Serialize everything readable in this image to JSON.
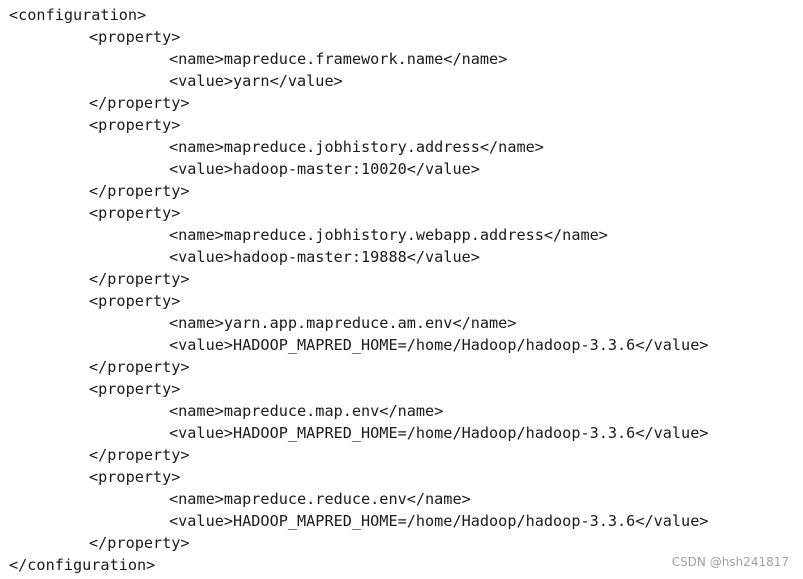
{
  "code": {
    "lines": [
      "<configuration>",
      "<property>",
      "<name>mapreduce.framework.name</name>",
      "<value>yarn</value>",
      "</property>",
      "<property>",
      "<name>mapreduce.jobhistory.address</name>",
      "<value>hadoop-master:10020</value>",
      "</property>",
      "<property>",
      "<name>mapreduce.jobhistory.webapp.address</name>",
      "<value>hadoop-master:19888</value>",
      "</property>",
      "<property>",
      "<name>yarn.app.mapreduce.am.env</name>",
      "<value>HADOOP_MAPRED_HOME=/home/Hadoop/hadoop-3.3.6</value>",
      "</property>",
      "<property>",
      "<name>mapreduce.map.env</name>",
      "<value>HADOOP_MAPRED_HOME=/home/Hadoop/hadoop-3.3.6</value>",
      "</property>",
      "<property>",
      "<name>mapreduce.reduce.env</name>",
      "<value>HADOOP_MAPRED_HOME=/home/Hadoop/hadoop-3.3.6</value>",
      "</property>",
      "</configuration>"
    ]
  },
  "watermark": {
    "text": "CSDN @hsh241817"
  }
}
